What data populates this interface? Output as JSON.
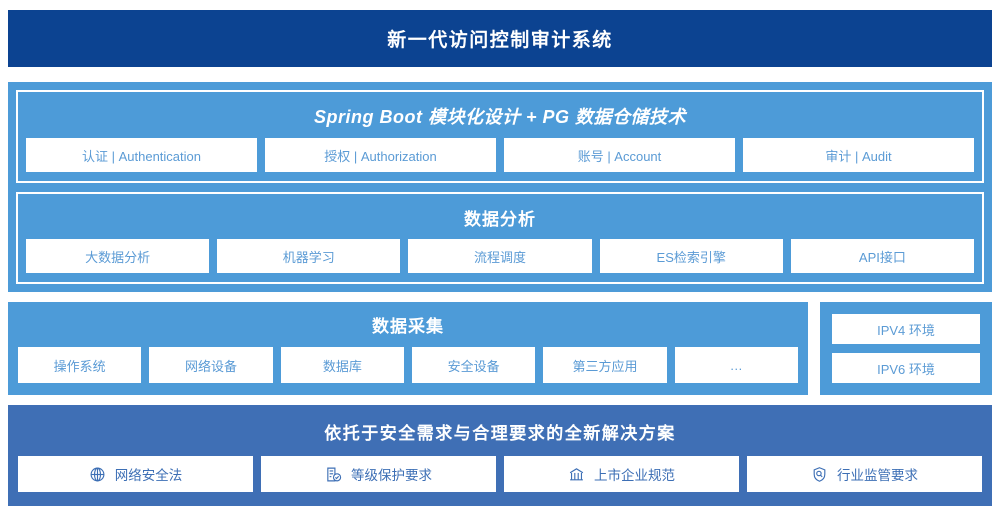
{
  "header": {
    "title": "新一代访问控制审计系统"
  },
  "architecture": {
    "platform": {
      "title": "Spring Boot 模块化设计 + PG 数据仓储技术",
      "cards": [
        {
          "label": "认证 | Authentication"
        },
        {
          "label": "授权 | Authorization"
        },
        {
          "label": "账号 | Account"
        },
        {
          "label": "审计 | Audit"
        }
      ]
    },
    "analysis": {
      "title": "数据分析",
      "cards": [
        {
          "label": "大数据分析"
        },
        {
          "label": "机器学习"
        },
        {
          "label": "流程调度"
        },
        {
          "label": "ES检索引擎"
        },
        {
          "label": "API接口"
        }
      ]
    }
  },
  "collection": {
    "title": "数据采集",
    "cards": [
      {
        "label": "操作系统"
      },
      {
        "label": "网络设备"
      },
      {
        "label": "数据库"
      },
      {
        "label": "安全设备"
      },
      {
        "label": "第三方应用"
      },
      {
        "label": "…"
      }
    ]
  },
  "environments": {
    "cards": [
      {
        "label": "IPV4 环境"
      },
      {
        "label": "IPV6 环境"
      }
    ]
  },
  "solution": {
    "title": "依托于安全需求与合理要求的全新解决方案",
    "cards": [
      {
        "label": "网络安全法",
        "icon": "globe-icon"
      },
      {
        "label": "等级保护要求",
        "icon": "document-check-icon"
      },
      {
        "label": "上市企业规范",
        "icon": "bank-icon"
      },
      {
        "label": "行业监管要求",
        "icon": "shield-search-icon"
      }
    ]
  },
  "colors": {
    "header_navy": "#0c4391",
    "panel_blue": "#4d9bd8",
    "bottom_blue": "#3f6fb5",
    "card_text_blue": "#5b9bd5",
    "bottom_card_text": "#3d6fb5",
    "card_bg": "#ffffff"
  }
}
